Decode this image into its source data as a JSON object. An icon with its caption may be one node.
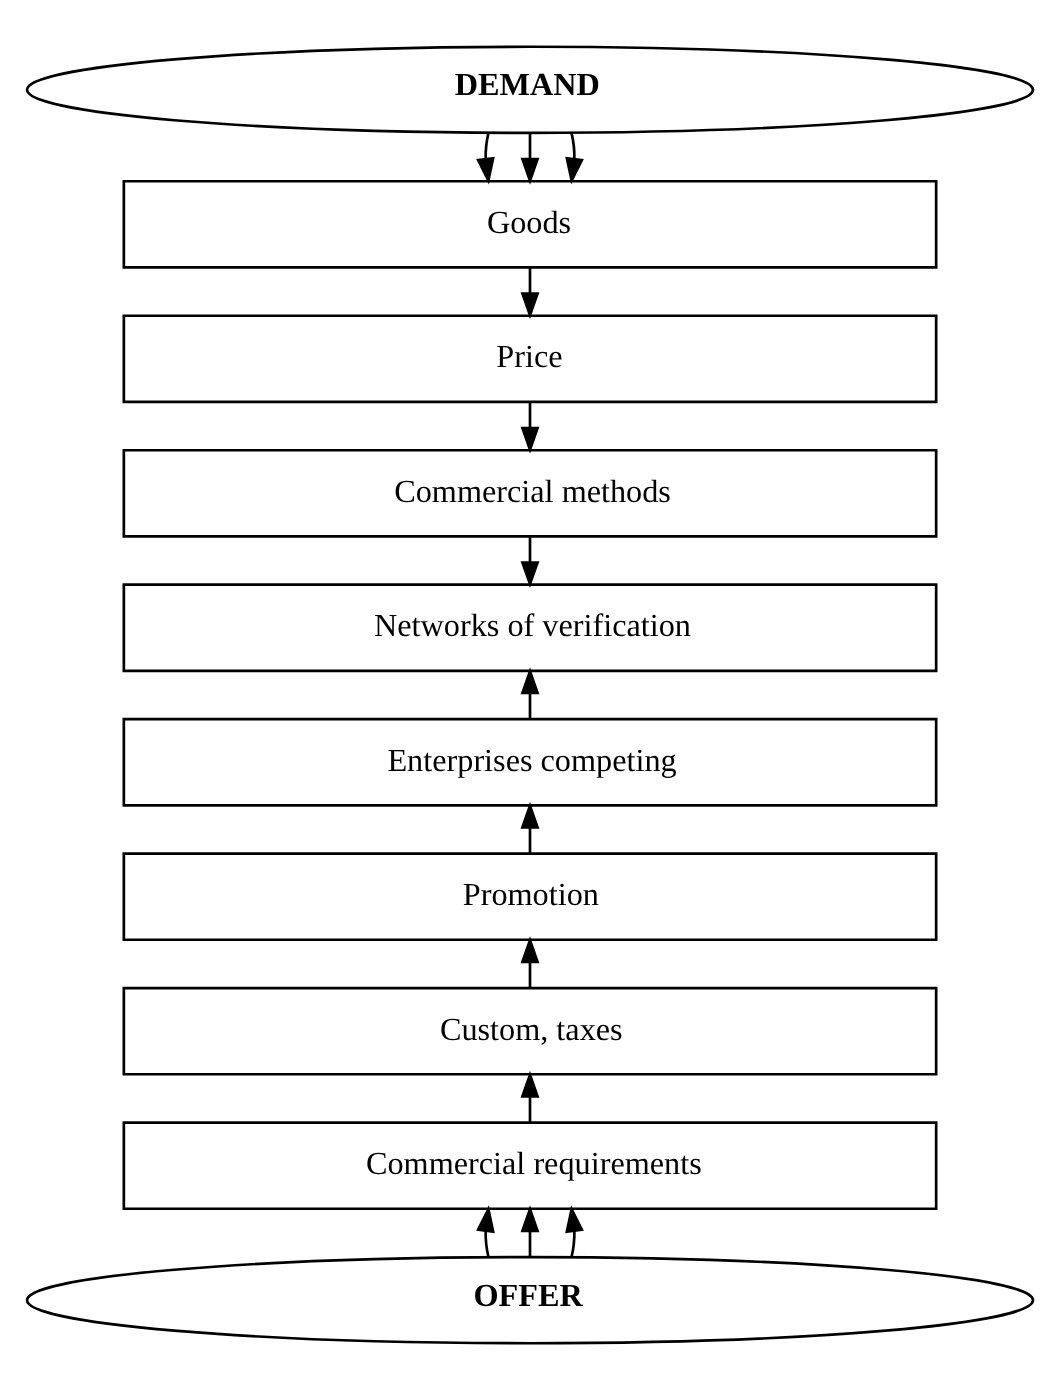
{
  "diagram": {
    "nodes": [
      {
        "text": [
          "DEMAND"
        ]
      },
      {
        "text": [
          "Goods"
        ]
      },
      {
        "text": [
          "Price"
        ]
      },
      {
        "text": [
          "Commercial methods"
        ]
      },
      {
        "text": [
          "Networks of verification"
        ]
      },
      {
        "text": [
          "Enterprises competing"
        ]
      },
      {
        "text": [
          "Promotion"
        ]
      },
      {
        "text": [
          "Custom, taxes"
        ]
      },
      {
        "text": [
          "Commercial requirements"
        ]
      },
      {
        "text": [
          "OFFER"
        ]
      }
    ],
    "edges": [
      {
        "from": 0,
        "to": 1,
        "arrow": "to"
      },
      {
        "from": 0,
        "to": 1,
        "arrow": "to"
      },
      {
        "from": 0,
        "to": 1,
        "arrow": "to"
      },
      {
        "from": 1,
        "to": 2,
        "arrow": "to"
      },
      {
        "from": 2,
        "to": 3,
        "arrow": "to"
      },
      {
        "from": 3,
        "to": 4,
        "arrow": "to"
      },
      {
        "from": 5,
        "to": 4,
        "arrow": "to"
      },
      {
        "from": 6,
        "to": 5,
        "arrow": "to"
      },
      {
        "from": 7,
        "to": 6,
        "arrow": "to"
      },
      {
        "from": 8,
        "to": 7,
        "arrow": "to"
      },
      {
        "from": 9,
        "to": 8,
        "arrow": "to"
      },
      {
        "from": 9,
        "to": 8,
        "arrow": "to"
      },
      {
        "from": 9,
        "to": 8,
        "arrow": "to"
      }
    ]
  }
}
